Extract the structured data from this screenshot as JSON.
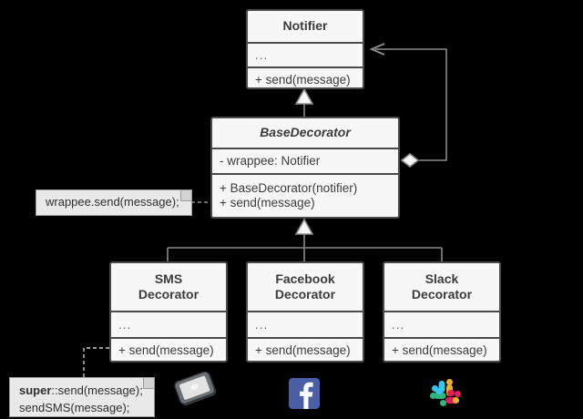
{
  "diagram": {
    "title": "Decorator pattern UML class diagram",
    "colors": {
      "background": "#000000",
      "class_fill": "#f7f7f7",
      "class_border": "#4a4a4a",
      "note_fill": "#e9e9e9",
      "note_border": "#9a9a9a",
      "edge": "#8a8a8a",
      "text": "#3c3c3c",
      "facebook_blue": "#4a5fa5",
      "slack_teal": "#2eb67d",
      "slack_yellow": "#ecb22e",
      "slack_red": "#e01e5a",
      "slack_blue": "#36c5f0",
      "phone_body": "#55595c",
      "phone_screen": "#e3e3e3"
    }
  },
  "classes": {
    "notifier": {
      "name": "Notifier",
      "abstract": false,
      "attributes": "...",
      "operations": "+ send(message)"
    },
    "base_decorator": {
      "name": "BaseDecorator",
      "abstract": true,
      "attributes": "- wrappee: Notifier",
      "operations_line1": "+ BaseDecorator(notifier)",
      "operations_line2": "+ send(message)"
    },
    "sms_decorator": {
      "name_line1": "SMS",
      "name_line2": "Decorator",
      "attributes": "...",
      "operations": "+ send(message)"
    },
    "facebook_decorator": {
      "name_line1": "Facebook",
      "name_line2": "Decorator",
      "attributes": "...",
      "operations": "+ send(message)"
    },
    "slack_decorator": {
      "name_line1": "Slack",
      "name_line2": "Decorator",
      "attributes": "...",
      "operations": "+ send(message)"
    }
  },
  "notes": {
    "base_decorator_note": {
      "text": "wrappee.send(message);"
    },
    "sms_decorator_note": {
      "keyword": "super",
      "line1_rest": "::send(message);",
      "line2": "sendSMS(message);"
    }
  },
  "icons": {
    "phone": "smartphone-icon",
    "facebook": "facebook-logo-icon",
    "slack": "slack-logo-icon"
  },
  "relations": [
    {
      "type": "generalization",
      "from": "BaseDecorator",
      "to": "Notifier"
    },
    {
      "type": "aggregation",
      "from": "BaseDecorator",
      "to": "Notifier",
      "role": "wrappee"
    },
    {
      "type": "generalization",
      "from": "SMSDecorator",
      "to": "BaseDecorator"
    },
    {
      "type": "generalization",
      "from": "FacebookDecorator",
      "to": "BaseDecorator"
    },
    {
      "type": "generalization",
      "from": "SlackDecorator",
      "to": "BaseDecorator"
    }
  ]
}
